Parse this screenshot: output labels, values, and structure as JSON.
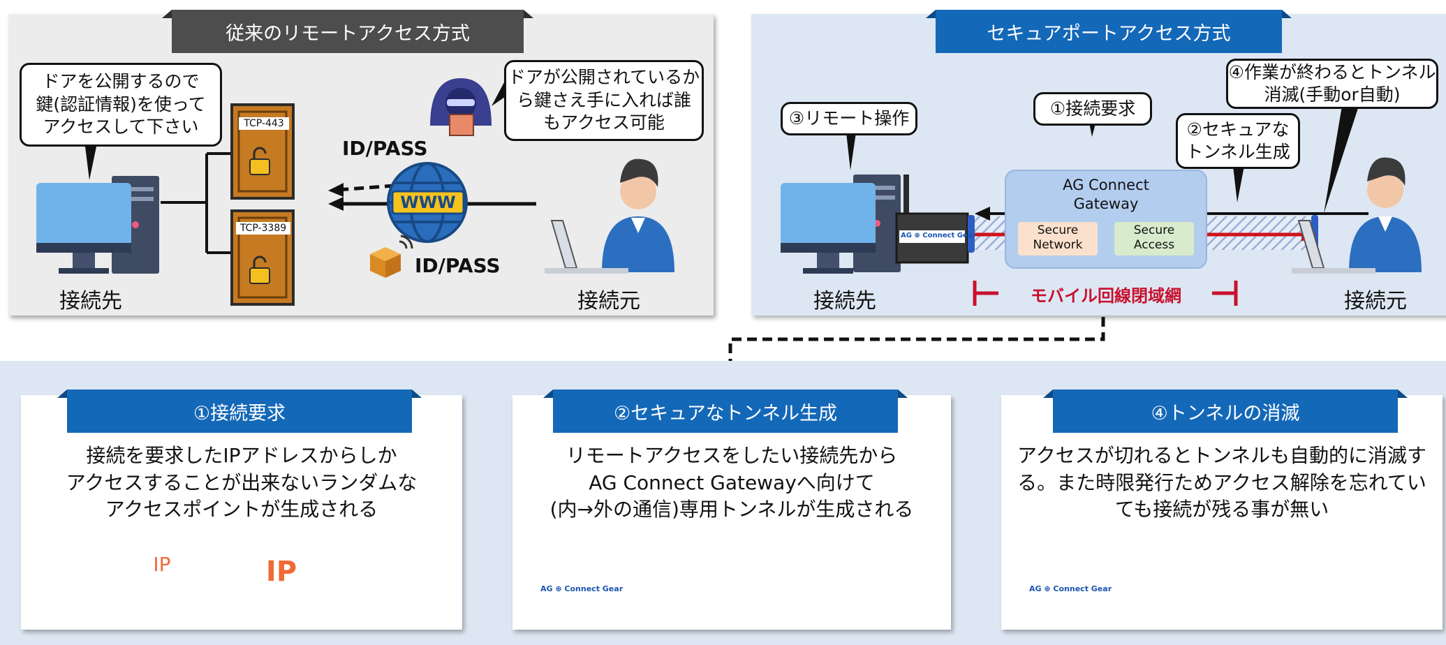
{
  "traditional": {
    "title": "従来のリモートアクセス方式",
    "bubble_left": "ドアを公開するので\n鍵(認証情報)を使って\nアクセスして下さい",
    "bubble_right": "ドアが公開されているか\nら鍵さえ手に入れば誰\nもアクセス可能",
    "port1": "TCP-443",
    "port2": "TCP-3389",
    "idpass_top": "ID/PASS",
    "idpass_bottom": "ID/PASS",
    "www": "WWW",
    "dest_label": "接続先",
    "src_label": "接続元"
  },
  "secure": {
    "title": "セキュアポートアクセス方式",
    "step1": "①接続要求",
    "step2": "②セキュアな\nトンネル生成",
    "step3": "③リモート操作",
    "step4": "④作業が終わるとトンネル\n消滅(手動or自動)",
    "gateway_title": "AG Connect\nGateway",
    "secure_network": "Secure\nNetwork",
    "secure_access": "Secure\nAccess",
    "device_label": "AG ⊕ Connect Gear",
    "mobile_net": "モバイル回線閉域網",
    "dest_label": "接続先",
    "src_label": "接続元"
  },
  "cards": [
    {
      "title": "①接続要求",
      "text": "接続を要求したIPアドレスからしか\nアクセスすることが出来ないランダムな\nアクセスポイントが生成される",
      "ip_label": "IP",
      "ip_label_blocked": "IP"
    },
    {
      "title": "②セキュアなトンネル生成",
      "text": "リモートアクセスをしたい接続先から\nAG Connect Gatewayへ向けて\n(内→外の通信)専用トンネルが生成される",
      "device_label": "AG ⊕ Connect Gear"
    },
    {
      "title": "④トンネルの消滅",
      "text": "アクセスが切れるとトンネルも自動的に消滅す\nる。また時限発行ためアクセス解除を忘れてい\nても接続が残る事が無い",
      "device_label": "AG ⊕ Connect Gear"
    }
  ],
  "colors": {
    "blue_tab": "#1468b8",
    "gray_tab": "#4d4d4d",
    "red_arrow": "#d0121b",
    "mobile_net_red": "#c8102e",
    "door": "#c67a22",
    "monitor": "#6fb3ea"
  }
}
